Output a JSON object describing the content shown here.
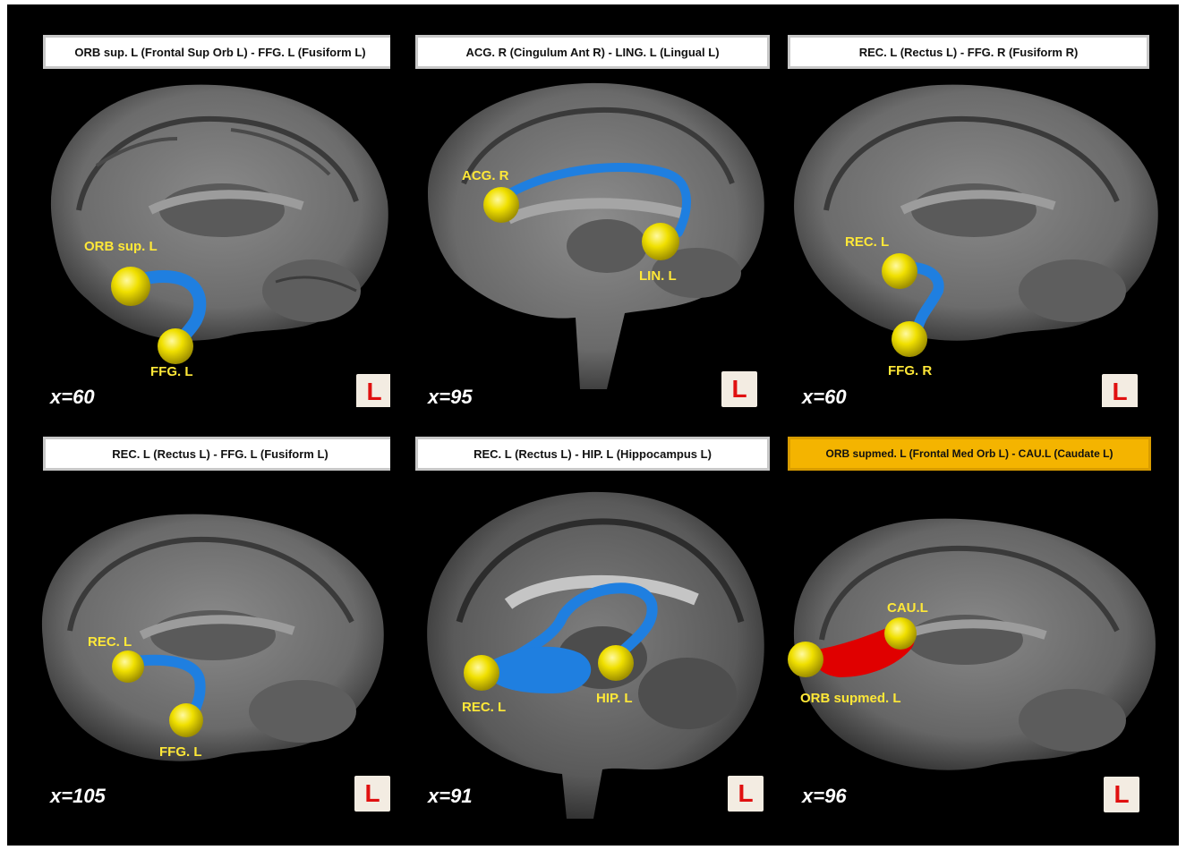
{
  "panels": [
    {
      "title": "ORB sup. L (Frontal Sup Orb L) - FFG. L (Fusiform L)",
      "slice": "x=60",
      "orientation": "L",
      "roi_a": "ORB sup. L",
      "roi_b": "FFG. L",
      "tract_color": "#1f7fe0"
    },
    {
      "title": "ACG. R (Cingulum Ant R) - LING. L (Lingual L)",
      "slice": "x=95",
      "orientation": "L",
      "roi_a": "ACG. R",
      "roi_b": "LIN. L",
      "tract_color": "#1f7fe0"
    },
    {
      "title": "REC. L (Rectus L) - FFG. R (Fusiform R)",
      "slice": "x=60",
      "orientation": "L",
      "roi_a": "REC. L",
      "roi_b": "FFG. R",
      "tract_color": "#1f7fe0"
    },
    {
      "title": "REC. L (Rectus L) - FFG. L (Fusiform L)",
      "slice": "x=105",
      "orientation": "L",
      "roi_a": "REC. L",
      "roi_b": "FFG. L",
      "tract_color": "#1f7fe0"
    },
    {
      "title": "REC. L (Rectus L) - HIP. L (Hippocampus L)",
      "slice": "x=91",
      "orientation": "L",
      "roi_a": "REC. L",
      "roi_b": "HIP. L",
      "tract_color": "#1f7fe0"
    },
    {
      "title": "ORB supmed. L (Frontal Med Orb L) - CAU.L (Caudate L)",
      "slice": "x=96",
      "orientation": "L",
      "roi_a": "ORB supmed. L",
      "roi_b": "CAU.L",
      "tract_color": "#e00000",
      "highlight_color": "#f4b400"
    }
  ],
  "roi_color": "#ffe838"
}
